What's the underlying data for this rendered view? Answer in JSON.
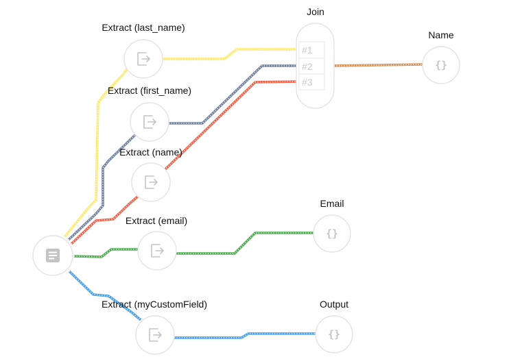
{
  "nodes": {
    "source": {
      "label": "",
      "icon": "document-icon"
    },
    "extract_last_name": {
      "label": "Extract (last_name)",
      "icon": "extract-icon"
    },
    "extract_first_name": {
      "label": "Extract (first_name)",
      "icon": "extract-icon"
    },
    "extract_name": {
      "label": "Extract (name)",
      "icon": "extract-icon"
    },
    "extract_email": {
      "label": "Extract (email)",
      "icon": "extract-icon"
    },
    "extract_custom": {
      "label": "Extract (myCustomField)",
      "icon": "extract-icon"
    },
    "join": {
      "label": "Join",
      "ports": [
        "#1",
        "#2",
        "#3"
      ]
    },
    "name_out": {
      "label": "Name",
      "icon": "braces-icon"
    },
    "email_out": {
      "label": "Email",
      "icon": "braces-icon"
    },
    "output": {
      "label": "Output",
      "icon": "braces-icon"
    }
  },
  "connections": [
    {
      "from": "source",
      "to": "extract_last_name",
      "color": "#ffea70"
    },
    {
      "from": "source",
      "to": "extract_first_name",
      "color": "#71839e"
    },
    {
      "from": "source",
      "to": "extract_name",
      "color": "#f0624a"
    },
    {
      "from": "source",
      "to": "extract_email",
      "color": "#4cae50"
    },
    {
      "from": "source",
      "to": "extract_custom",
      "color": "#4a9fe8"
    },
    {
      "from": "extract_last_name",
      "to": "join.#1",
      "color": "#ffea70"
    },
    {
      "from": "extract_first_name",
      "to": "join.#2",
      "color": "#71839e"
    },
    {
      "from": "extract_name",
      "to": "join.#3",
      "color": "#f0624a"
    },
    {
      "from": "join",
      "to": "name_out",
      "color": "#d4945e"
    },
    {
      "from": "extract_email",
      "to": "email_out",
      "color": "#4cae50"
    },
    {
      "from": "extract_custom",
      "to": "output",
      "color": "#4a9fe8"
    }
  ]
}
